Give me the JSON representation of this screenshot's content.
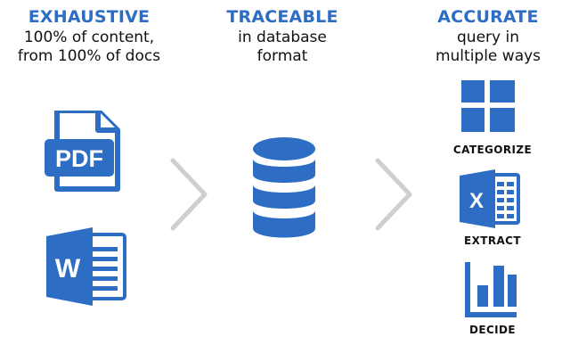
{
  "colors": {
    "accent": "#2E6DC4",
    "accent_dark": "#1E4E9C",
    "chevron": "#CFCFCF",
    "text": "#111111"
  },
  "columns": [
    {
      "title": "EXHAUSTIVE",
      "lines": [
        "100% of content,",
        "from 100% of docs"
      ]
    },
    {
      "title": "TRACEABLE",
      "lines": [
        "in database",
        "format"
      ]
    },
    {
      "title": "ACCURATE",
      "lines": [
        "query in",
        "multiple ways"
      ]
    }
  ],
  "icons": {
    "pdf": {
      "name": "pdf-file-icon",
      "text": "PDF"
    },
    "word": {
      "name": "word-document-icon",
      "text": "W"
    },
    "database": {
      "name": "database-icon"
    },
    "chevrons": [
      "chevron-right-icon",
      "chevron-right-icon"
    ],
    "excel": {
      "name": "excel-icon",
      "text": "X"
    }
  },
  "outputs": [
    {
      "label": "CATEGORIZE",
      "icon": "grid-icon"
    },
    {
      "label": "EXTRACT",
      "icon": "excel-icon"
    },
    {
      "label": "DECIDE",
      "icon": "bar-chart-icon"
    }
  ]
}
